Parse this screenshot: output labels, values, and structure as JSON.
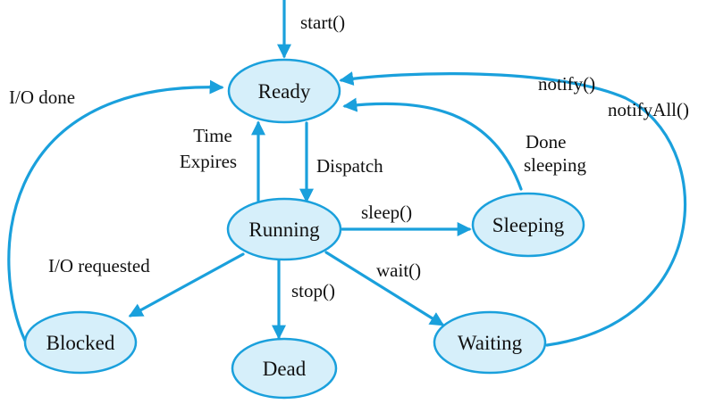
{
  "states": {
    "ready": "Ready",
    "running": "Running",
    "sleeping": "Sleeping",
    "blocked": "Blocked",
    "dead": "Dead",
    "waiting": "Waiting"
  },
  "transitions": {
    "start": "start()",
    "io_done": "I/O done",
    "time_expires_line1": "Time",
    "time_expires_line2": "Expires",
    "dispatch": "Dispatch",
    "sleep": "sleep()",
    "done_sleeping_line1": "Done",
    "done_sleeping_line2": "sleeping",
    "notify_line1": "notify()",
    "notify_line2": "notifyAll()",
    "io_requested": "I/O requested",
    "stop": "stop()",
    "wait": "wait()"
  },
  "colors": {
    "stroke": "#1aa0dc",
    "state_fill": "#d6effa",
    "text": "#111111"
  }
}
